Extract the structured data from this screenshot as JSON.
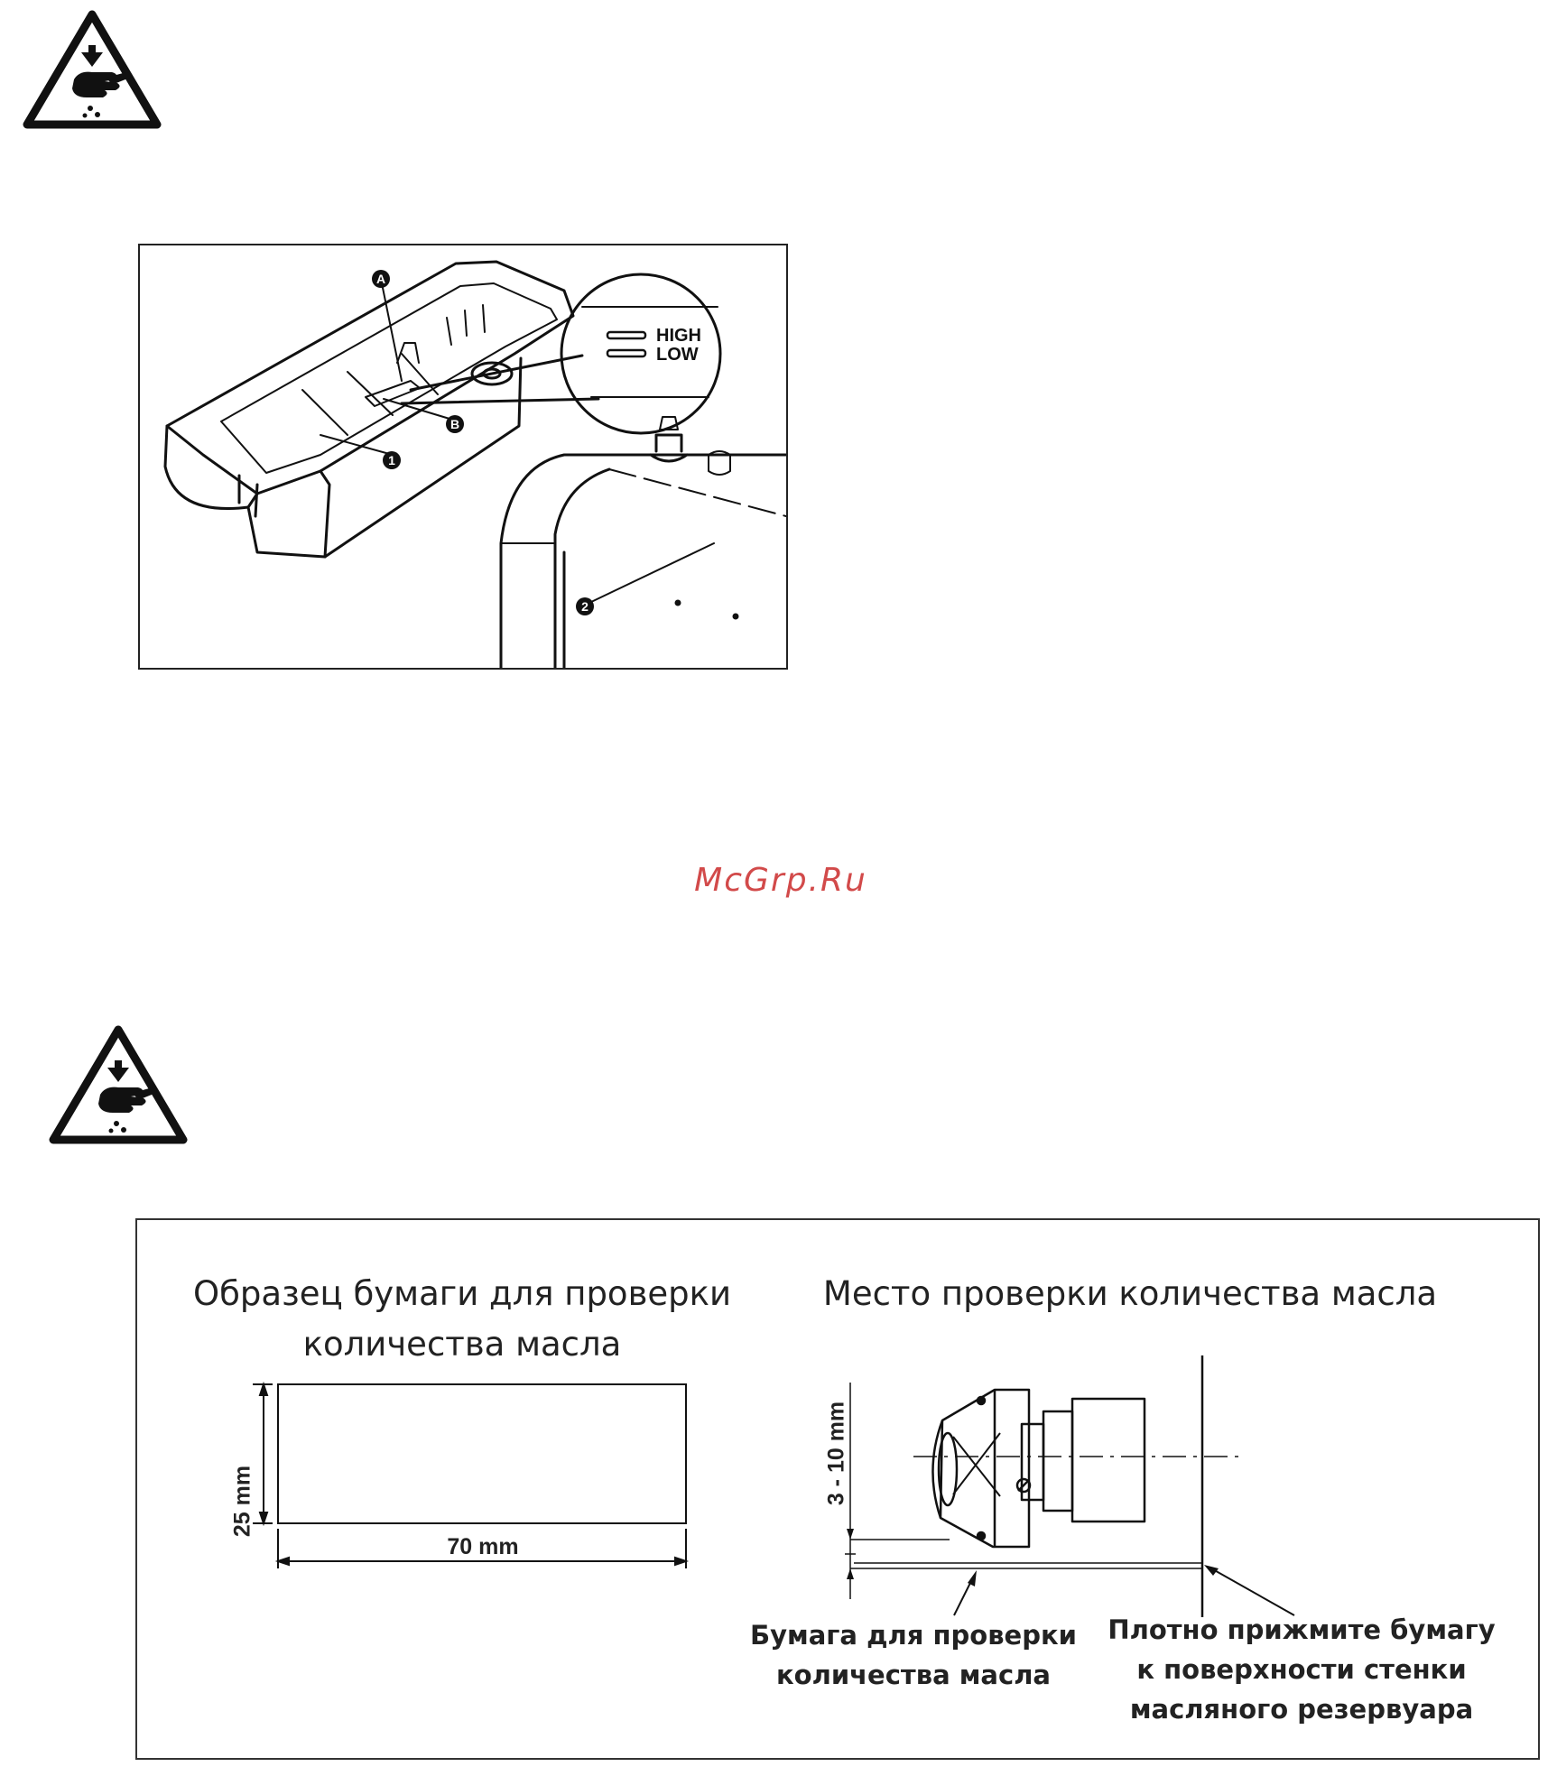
{
  "warning_icons": [
    "hand-crush-warning-icon",
    "hand-crush-warning-icon"
  ],
  "figure1": {
    "callout_A": "A",
    "callout_B": "B",
    "callout_1": "1",
    "callout_2": "2",
    "level_high": "HIGH",
    "level_low": "LOW"
  },
  "watermark": "McGrp.Ru",
  "figure2": {
    "left_title_line1": "Образец бумаги для проверки",
    "left_title_line2": "количества масла",
    "right_title": "Место проверки количества масла",
    "dim_height": "25 mm",
    "dim_width": "70 mm",
    "dim_gap": "3 - 10 mm",
    "label_paper_line1": "Бумага для проверки",
    "label_paper_line2": "количества масла",
    "label_press_line1": "Плотно прижмите бумагу",
    "label_press_line2": "к поверхности стенки",
    "label_press_line3": "масляного резервуара"
  },
  "colors": {
    "watermark": "#d24a4a",
    "ink": "#222222"
  }
}
